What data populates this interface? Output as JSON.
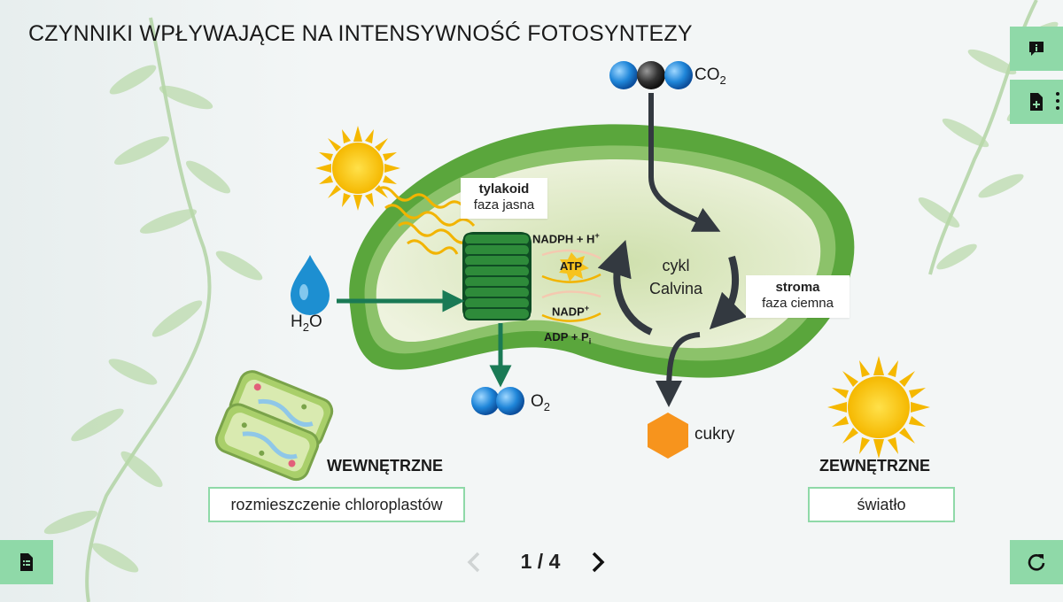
{
  "title": "CZYNNIKI WPŁYWAJĄCE NA INTENSYWNOŚĆ FOTOSYNTEZY",
  "diagram": {
    "co2": {
      "main": "CO",
      "sub": "2"
    },
    "h2o": {
      "main": "H",
      "sub": "2",
      "tail": "O"
    },
    "o2": {
      "main": "O",
      "sub": "2"
    },
    "sugars": "cukry",
    "tylakoid": {
      "name": "tylakoid",
      "phase": "faza jasna"
    },
    "stroma": {
      "name": "stroma",
      "phase": "faza ciemna"
    },
    "calvin": {
      "line1": "cykl",
      "line2": "Calvina"
    },
    "nadph": {
      "main": "NADPH + H",
      "sup": "+"
    },
    "atp": "ATP",
    "nadp": {
      "main": "NADP",
      "sup": "+"
    },
    "adp": {
      "main": "ADP + P",
      "sub": "i"
    }
  },
  "factors": {
    "internal": {
      "heading": "WEWNĘTRZNE",
      "value": "rozmieszczenie chloroplastów"
    },
    "external": {
      "heading": "ZEWNĘTRZNE",
      "value": "światło"
    }
  },
  "pager": {
    "current": "1 / 4"
  },
  "icons": {
    "info": "info-icon",
    "add_doc": "add-document-icon",
    "doc": "document-icon",
    "reload": "reload-icon",
    "more": "more-vertical-icon"
  },
  "colors": {
    "accent": "#8fd9a8",
    "chloroplast": "#6ab04c",
    "arrow": "#333940"
  }
}
